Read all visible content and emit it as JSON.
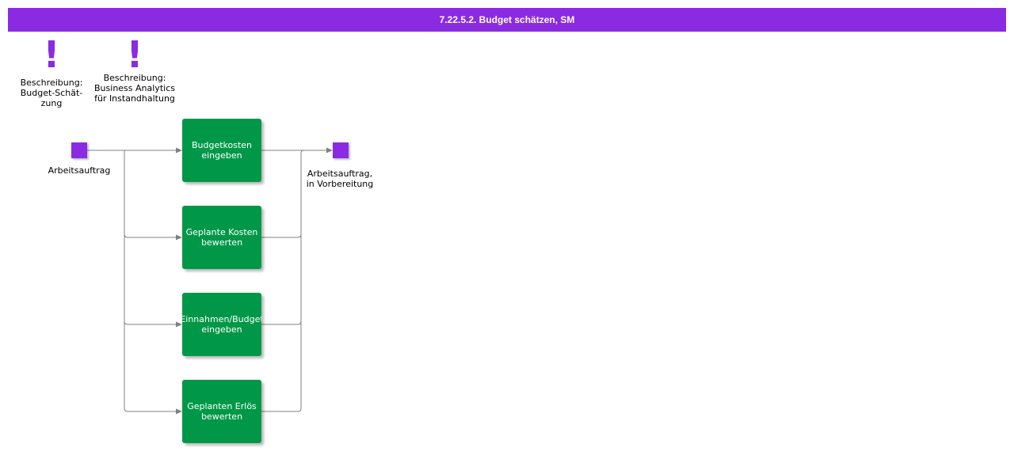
{
  "title": "7.22.5.2. Budget schätzen, SM",
  "notes": [
    {
      "icon": "exclamation-icon",
      "glyph": "!",
      "label": "Beschreibung:\nBudget-Schät-\nzung"
    },
    {
      "icon": "exclamation-icon",
      "glyph": "!",
      "label": "Beschreibung:\nBusiness Analytics\nfür Instandhaltung"
    }
  ],
  "start_event": {
    "label": "Arbeitsauftrag"
  },
  "end_event": {
    "label": "Arbeitsauftrag,\nin Vorbereitung"
  },
  "functions": [
    {
      "label": "Budgetkosten\neingeben"
    },
    {
      "label": "Geplante Kosten\nbewerten"
    },
    {
      "label": "Einnahmen/Budget\neingeben"
    },
    {
      "label": "Geplanten Erlös\nbewerten"
    }
  ],
  "colors": {
    "title_bar": "#8a2be2",
    "event": "#8a2be2",
    "function": "#009848",
    "connector": "#808080"
  }
}
